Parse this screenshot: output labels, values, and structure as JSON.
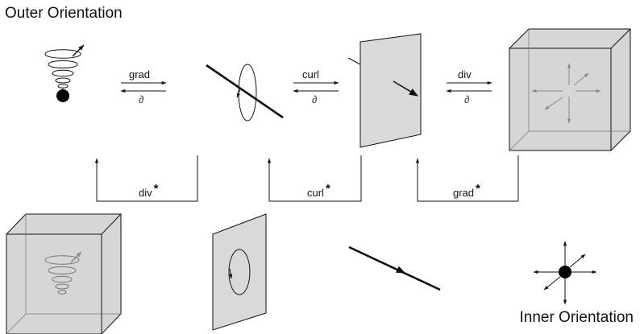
{
  "titles": {
    "outer": "Outer Orientation",
    "inner": "Inner Orientation"
  },
  "operators": {
    "grad": "grad",
    "curl": "curl",
    "div": "div",
    "boundary": "∂",
    "dual_star": "*",
    "div_dual": "div",
    "curl_dual": "curl",
    "grad_dual": "grad"
  },
  "colors": {
    "face_fill": "#d9d9d9",
    "cube_fill": "#d6d6d6",
    "stroke": "#111111",
    "gray_arrow": "#888888"
  }
}
